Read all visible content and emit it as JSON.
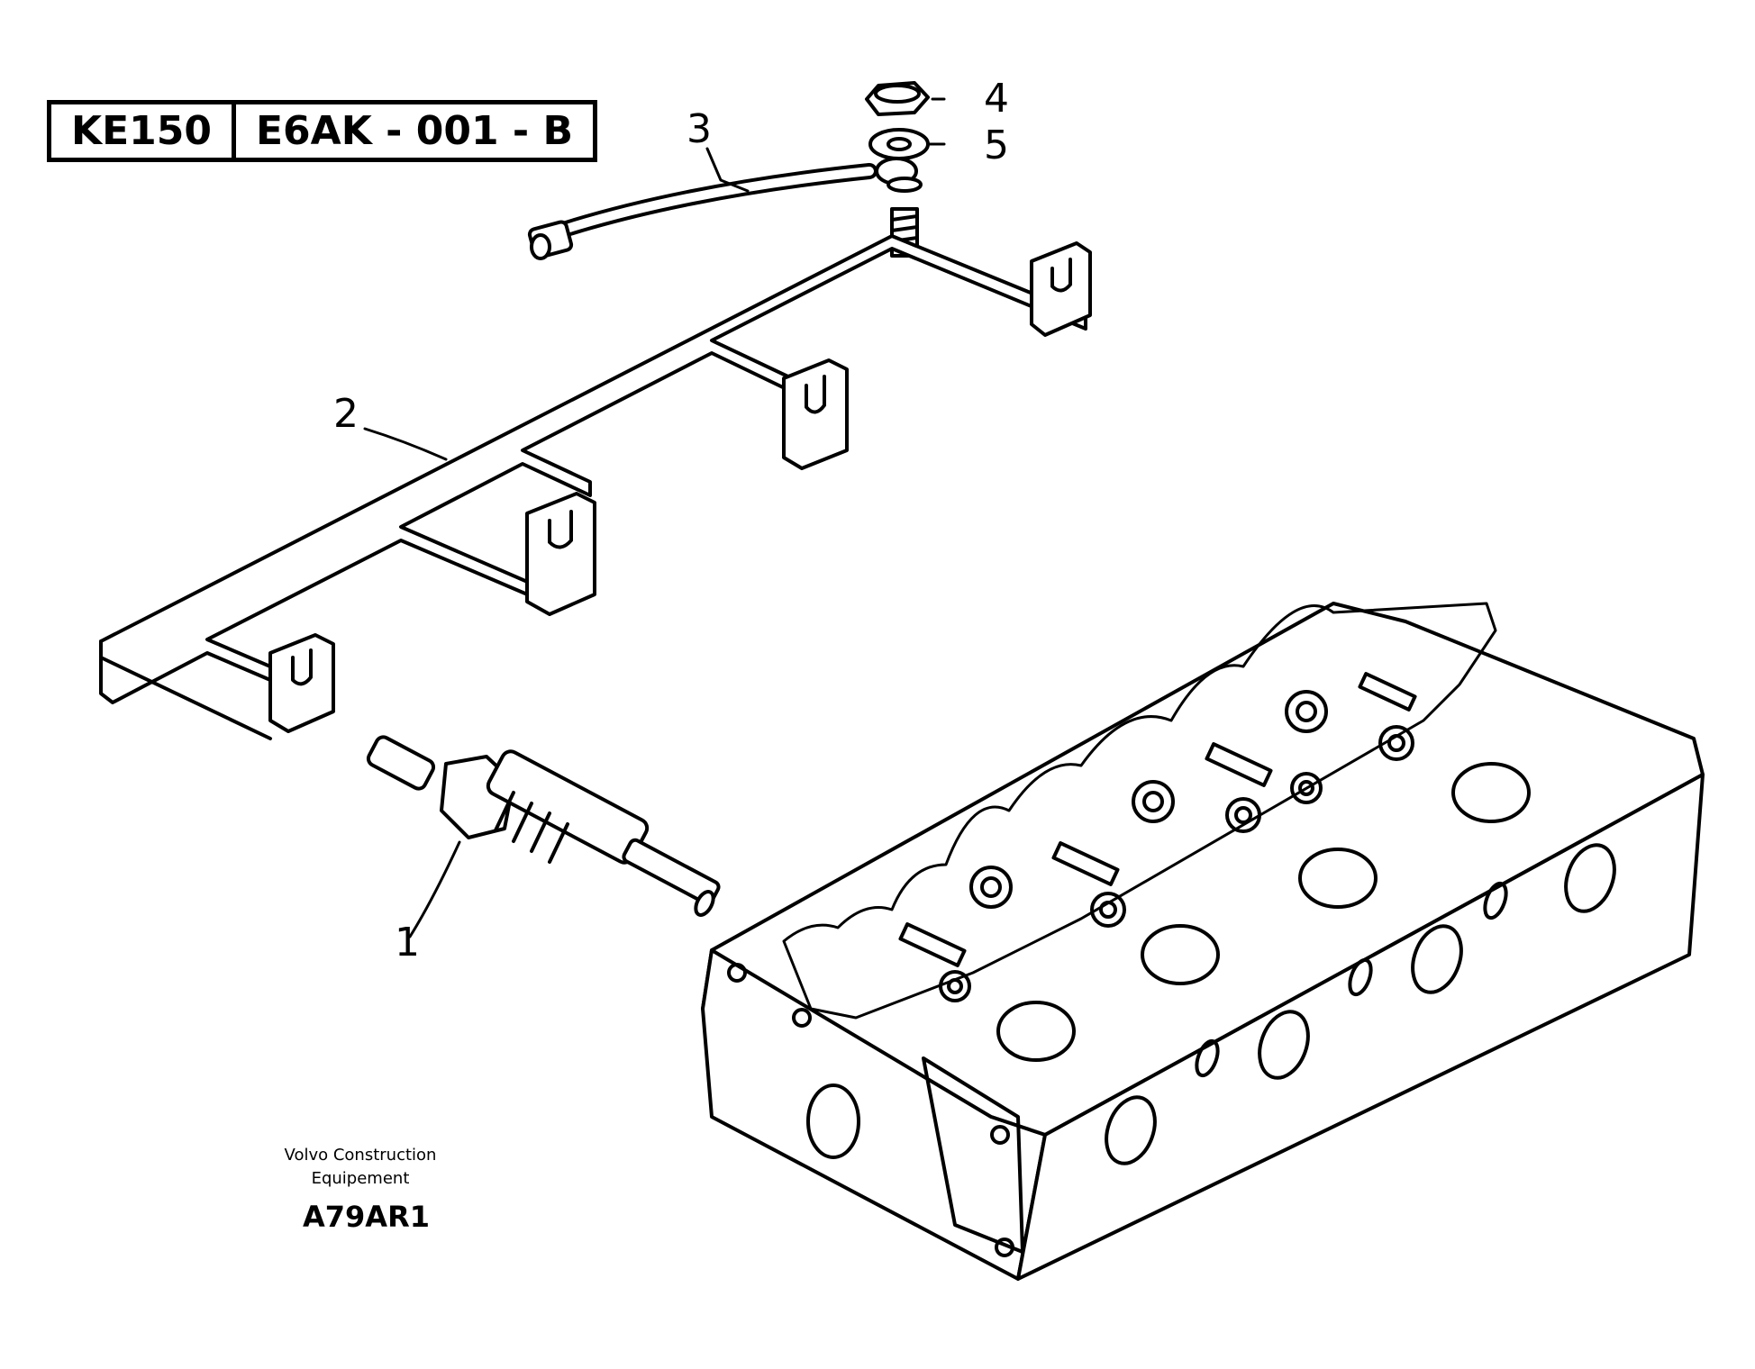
{
  "header": {
    "model_code": "KE150",
    "section_code": "E6AK - 001 - B"
  },
  "callouts": [
    {
      "number": "1",
      "part": "glow-plug"
    },
    {
      "number": "2",
      "part": "bus-bar"
    },
    {
      "number": "3",
      "part": "cable"
    },
    {
      "number": "4",
      "part": "nut"
    },
    {
      "number": "5",
      "part": "washer"
    }
  ],
  "footer": {
    "maker_line1": "Volvo Construction",
    "maker_line2": "Equipement",
    "figure_id": "A79AR1"
  },
  "colors": {
    "ink": "#000000",
    "paper": "#ffffff"
  }
}
